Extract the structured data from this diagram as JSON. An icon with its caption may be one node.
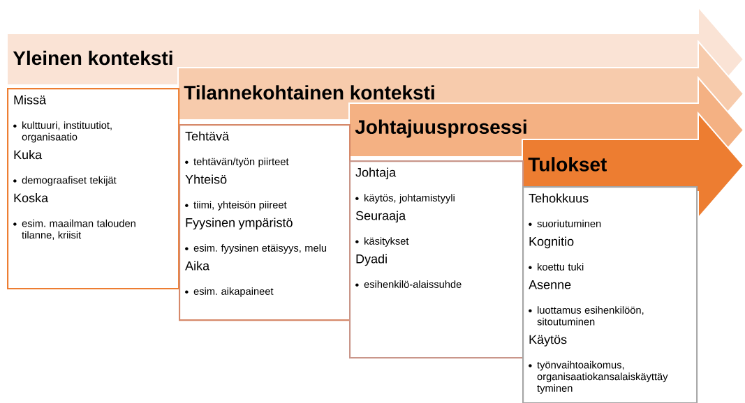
{
  "diagram": {
    "nodes": [
      {
        "text": [
          "Yleinen konteksti"
        ]
      },
      {
        "text": [
          "Tilannekohtainen konteksti"
        ]
      },
      {
        "text": [
          "Johtajuusprosessi"
        ]
      },
      {
        "text": [
          "Tulokset"
        ]
      },
      {
        "text": [
          "Missä",
          "kulttuuri, instituutiot, organisaatio",
          "Kuka",
          "demograafiset tekijät",
          "Koska",
          "esim. maailman talouden tilanne, kriisit"
        ]
      },
      {
        "text": [
          "Tehtävä",
          "tehtävän/työn piirteet",
          "Yhteisö",
          "tiimi, yhteisön piireet",
          "Fyysinen ympäristö",
          "esim. fyysinen etäisyys, melu",
          "Aika",
          "esim. aikapaineet"
        ]
      },
      {
        "text": [
          "Johtaja",
          "käytös, johtamistyyli",
          "Seuraaja",
          "käsitykset",
          "Dyadi",
          "esihenkilö-alaissuhde"
        ]
      },
      {
        "text": [
          "Tehokkuus",
          "suoriutuminen",
          "Kognitio",
          "koettu tuki",
          "Asenne",
          "luottamus esihenkilöön, sitoutuminen",
          "Käytös",
          "työnvaihtoaikomus, organisaatiokansalaiskäyttäy tyminen"
        ]
      }
    ]
  }
}
